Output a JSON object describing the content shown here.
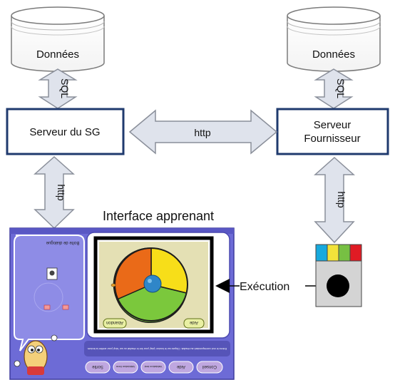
{
  "diagram": {
    "databases": [
      {
        "label": "Données"
      },
      {
        "label": "Données"
      }
    ],
    "servers": [
      {
        "label": "Serveur du SG"
      },
      {
        "label_line1": "Serveur",
        "label_line2": "Fournisseur"
      }
    ],
    "arrows": {
      "sql_left": "SQL",
      "sql_right": "SQL",
      "http_middle": "http",
      "http_left": "http",
      "http_right": "http"
    },
    "interface_title": "Interface apprenant",
    "execution_label": "Exécution",
    "colors": {
      "box_border": "#1f3a6e",
      "arrow_fill": "#dfe3ec",
      "arrow_stroke": "#8a8f9a",
      "wheel_orange": "#ea6a18",
      "wheel_yellow": "#f7de19",
      "wheel_green": "#7bc83c",
      "wheel_center": "#2f86c8",
      "ui_purple": "#6d6bd6",
      "ui_dark": "#3e3c9e",
      "device_grey": "#d4d4d4",
      "strip_cyan": "#17a9dd",
      "strip_yellow": "#f2e23a",
      "strip_green": "#77c043",
      "strip_red": "#e01b24"
    },
    "game_screenshot": {
      "dialog_title": "Boîte de dialogue",
      "left_button": "Abandon",
      "right_button": "Aide",
      "instruction_text": "Entrez le mot correspondant au résultat. Cliquez sur le bouton 'play' pour lire le résultat ou sur 'stop' pour arrêter la lecture.",
      "bottom_buttons": [
        "Sortie",
        "Validation Item",
        "Validation test",
        "Aide",
        "Conseil"
      ]
    }
  }
}
